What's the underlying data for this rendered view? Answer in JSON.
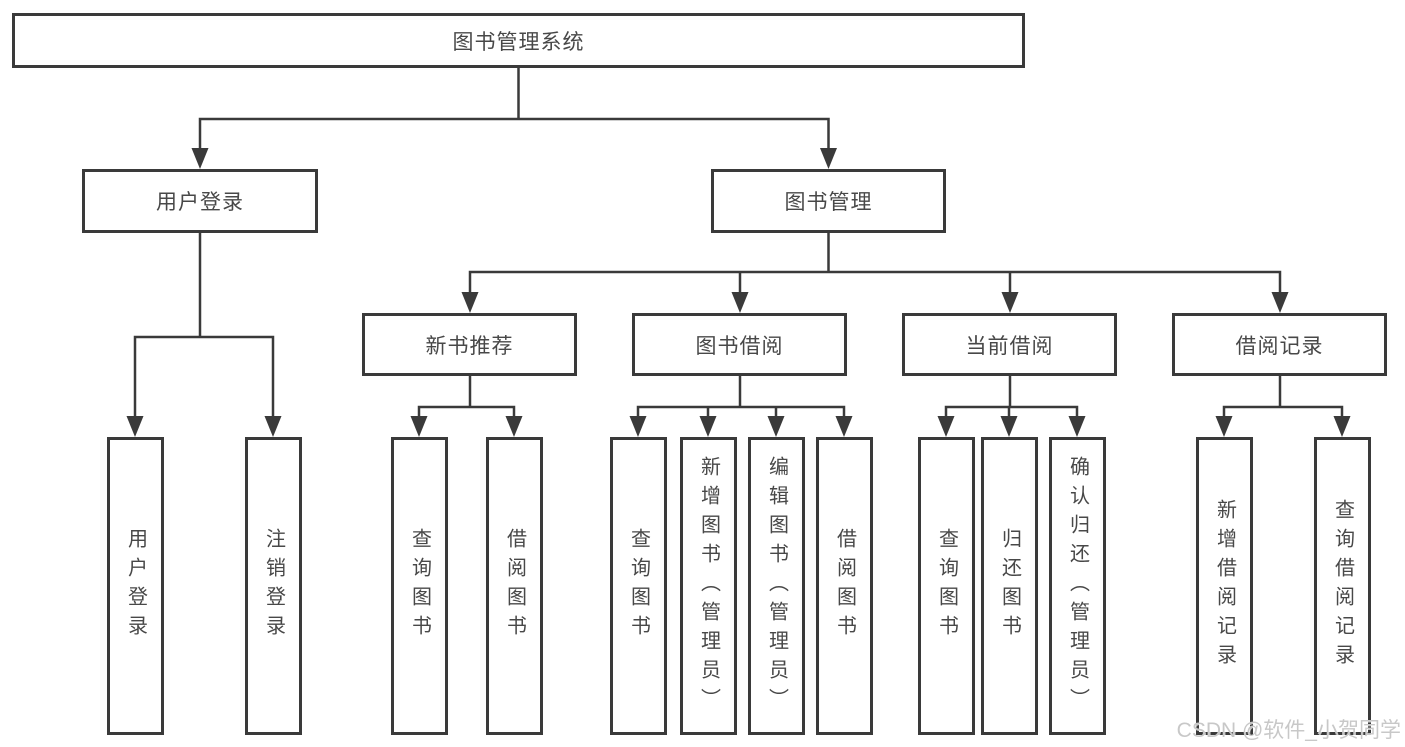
{
  "tree": {
    "label": "图书管理系统",
    "children": [
      {
        "label": "用户登录",
        "children": [
          {
            "label": "用户登录"
          },
          {
            "label": "注销登录"
          }
        ]
      },
      {
        "label": "图书管理",
        "children": [
          {
            "label": "新书推荐",
            "children": [
              {
                "label": "查询图书"
              },
              {
                "label": "借阅图书"
              }
            ]
          },
          {
            "label": "图书借阅",
            "children": [
              {
                "label": "查询图书"
              },
              {
                "label": "新增图书（管理员）"
              },
              {
                "label": "编辑图书（管理员）"
              },
              {
                "label": "借阅图书"
              }
            ]
          },
          {
            "label": "当前借阅",
            "children": [
              {
                "label": "查询图书"
              },
              {
                "label": "归还图书"
              },
              {
                "label": "确认归还（管理员）"
              }
            ]
          },
          {
            "label": "借阅记录",
            "children": [
              {
                "label": "新增借阅记录"
              },
              {
                "label": "查询借阅记录"
              }
            ]
          }
        ]
      }
    ]
  },
  "watermark": "CSDN @软件_小贺同学",
  "colors": {
    "line": "#3a3a3a",
    "text": "#484848",
    "background": "#ffffff",
    "watermark": "#c8c8c8"
  }
}
